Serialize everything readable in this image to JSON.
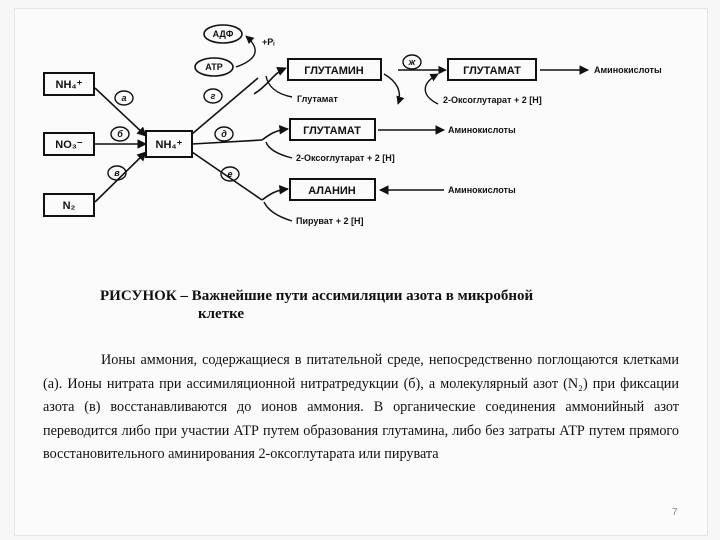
{
  "diagram": {
    "nh4_input": "NH₄⁺",
    "no3_input": "NO₃⁻",
    "n2_input": "N₂",
    "nh4_center": "NH₄⁺",
    "adp": "АДФ",
    "atp": "АТР",
    "pi": "+Pᵢ",
    "glutamine": "ГЛУТАМИН",
    "glutamate_top": "ГЛУТАМАТ",
    "glutamate_mid": "ГЛУТАМАТ",
    "alanine": "АЛАНИН",
    "aminoacids_top": "Аминокислоты",
    "aminoacids_mid": "Аминокислоты",
    "aminoacids_bot": "Аминокислоты",
    "glutamat_small": "Глутамат",
    "oxoglutarate_top": "2-Оксоглутарат + 2 [H]",
    "oxoglutarate_mid": "2-Оксоглутарат + 2 [H]",
    "pyruvate": "Пируват + 2 [H]",
    "label_a": "а",
    "label_b": "б",
    "label_v": "в",
    "label_g": "г",
    "label_d": "д",
    "label_e": "е",
    "label_zh": "ж"
  },
  "caption": {
    "line1": "РИСУНОК – Важнейшие пути ассимиляции азота в микробной",
    "line2": "клетке"
  },
  "body": {
    "paragraph": "Ионы аммония, содержащиеся в питательной среде, непосредственно поглощаются клетками (а). Ионы нитрата при ассимиляционной нитратредукции (б), а молекулярный азот (N₂) при фиксации азота (в) восстанавливаются до ионов аммония. В органические соединения аммонийный азот переводится либо при участии АТР путем образования глутамина, либо без затраты АТР путем прямого восстановительного аминирования 2-оксоглутарата или пирувата"
  },
  "page_number": "7"
}
